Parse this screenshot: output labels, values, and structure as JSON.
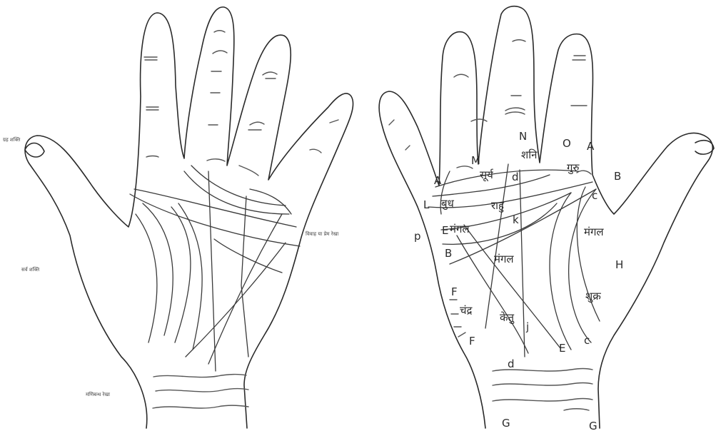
{
  "left_hand": {
    "labels": {
      "thumb": "ग्रह शक्ति",
      "palm_side": "सर्व शक्ति",
      "wrist": "मणिबन्ध रेखा",
      "heart_line": "विवाह या प्रेम रेखा"
    }
  },
  "right_hand": {
    "planets": {
      "shani": "शनि",
      "surya": "सूर्य",
      "guru": "गुरु",
      "budh": "बुध",
      "rahu": "राहु",
      "mangal_upper": "मंगल",
      "mangal_middle": "मंगल",
      "mangal_right": "मंगल",
      "shukra": "शुक्र",
      "chandra": "चंद्र",
      "ketu": "केतु"
    },
    "letters": {
      "N": "N",
      "O": "O",
      "A_top": "A",
      "M": "M",
      "d_top": "d",
      "B_right": "B",
      "c_upper": "c",
      "A_left": "A",
      "L": "L",
      "k": "k",
      "p": "p",
      "E_left": "E",
      "B_left": "B",
      "H": "H",
      "F_upper": "F",
      "j": "j",
      "F_lower": "F",
      "E_bottom": "E",
      "c_lower": "c",
      "d_bottom": "d",
      "G_left": "G",
      "G_right": "G"
    }
  }
}
